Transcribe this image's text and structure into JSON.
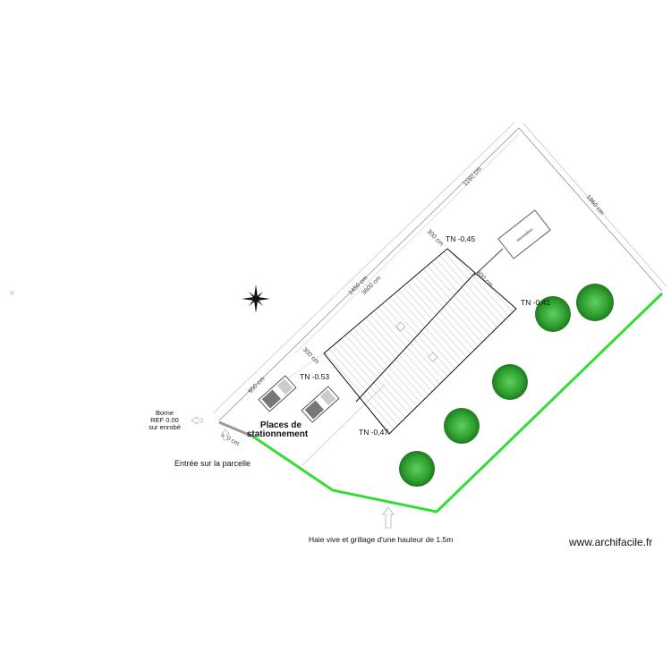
{
  "dimensions": {
    "d1160": "1160 cm",
    "d1860": "1860 cm",
    "d1450": "1450 cm",
    "d3600": "3600 cm",
    "d300a": "300 cm",
    "d800": "800 cm",
    "d300b": "300 cm",
    "d950": "950 cm",
    "d350": "350 cm"
  },
  "levels": {
    "tn1": "TN -0,45",
    "tn2": "TN -0,41",
    "tn3": "TN -0.53",
    "tn4": "TN -0,47"
  },
  "labels": {
    "box": "microstation",
    "parking_line1": "Places de",
    "parking_line2": "stationnement",
    "borne1": "Borne",
    "borne2": "REF 0.00",
    "borne3": "sur enrobé",
    "entry": "Entrée sur la parcelle",
    "hedge": "Haie vive et grillage d'une hauteur de 1.5m"
  },
  "watermark": "www.archifacile.fr",
  "colors": {
    "hedge": "#33dd33",
    "tree": "#2e9e2e",
    "entry": "#999999"
  },
  "icons": {
    "compass": "compass-rose-icon"
  }
}
